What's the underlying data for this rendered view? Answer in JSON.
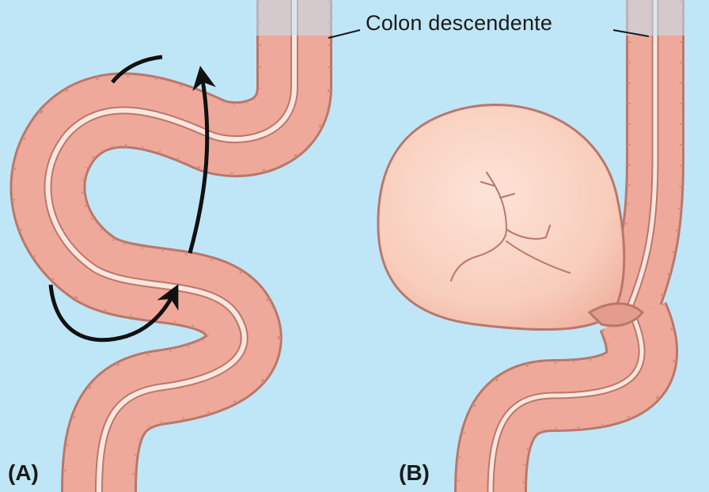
{
  "labels": {
    "structure": "Colon descendente",
    "panel_a": "(A)",
    "panel_b": "(B)"
  },
  "colors": {
    "background": "#bfe6f6",
    "bowel": "#eea99a",
    "bowel_outline": "#b9776b",
    "lumen_line": "#fbe6de",
    "balloon": "#f9cdbd",
    "arrow": "#111111"
  }
}
